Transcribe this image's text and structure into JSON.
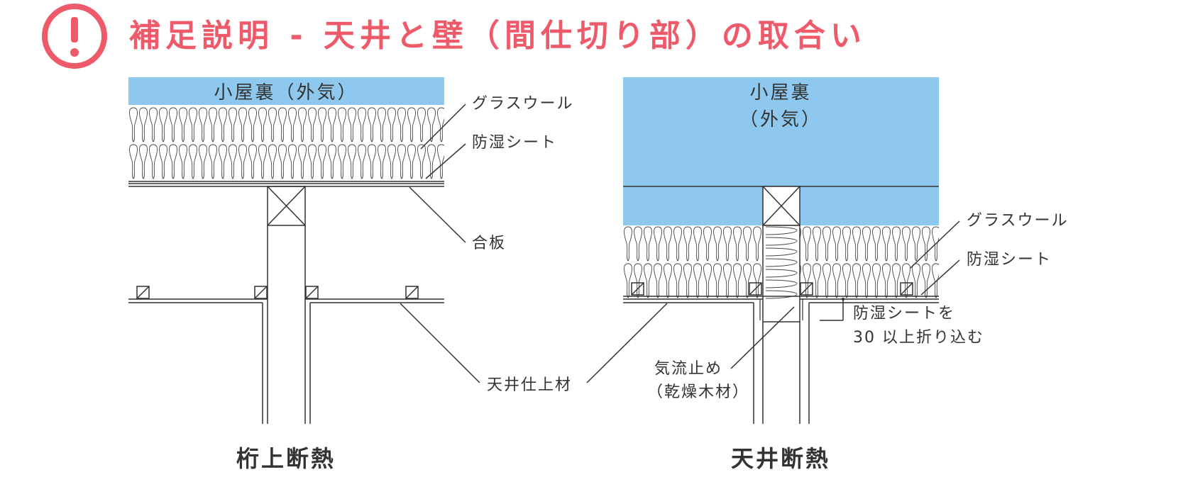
{
  "header": {
    "title": "補足説明 - 天井と壁（間仕切り部）の取合い",
    "icon": "exclamation-circle-icon",
    "accent_color": "#ef5a6a"
  },
  "colors": {
    "attic": "#8ec8ef",
    "line": "#333333"
  },
  "left": {
    "attic_label": "小屋裏（外気）",
    "labels": {
      "glass_wool": "グラスウール",
      "vapor_barrier": "防湿シート",
      "plywood": "合板"
    },
    "caption": "桁上断熱"
  },
  "shared": {
    "ceiling_finish": "天井仕上材"
  },
  "right": {
    "attic_label_1": "小屋裏",
    "attic_label_2": "（外気）",
    "labels": {
      "glass_wool": "グラスウール",
      "vapor_barrier": "防湿シート",
      "overlap_1": "防湿シートを",
      "overlap_2": "30 以上折り込む",
      "air_stop_1": "気流止め",
      "air_stop_2": "（乾燥木材）"
    },
    "caption": "天井断熱"
  }
}
